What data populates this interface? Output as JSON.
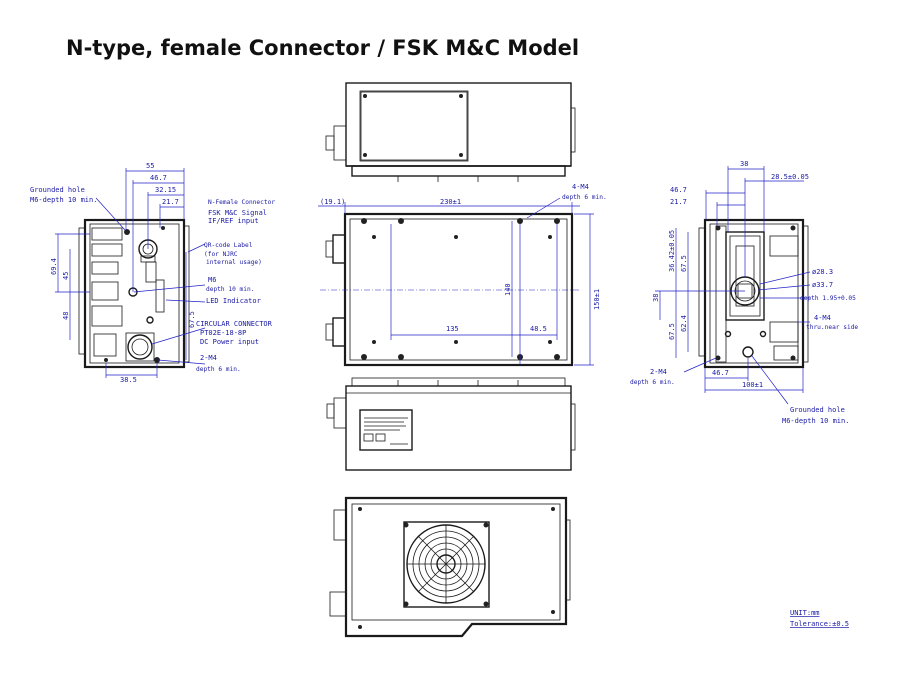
{
  "title": "N-type, female Connector / FSK M&C Model",
  "dimensions": {
    "d55": "55",
    "d46_7a": "46.7",
    "d32_15": "32.15",
    "d21_7a": "21.7",
    "d69_4": "69.4",
    "d45": "45",
    "d48": "48",
    "d67_5a": "67.5",
    "d38_5": "38.5",
    "d19_1": "(19.1)",
    "d230": "230±1",
    "d140": "140",
    "d150": "150±1",
    "d135": "135",
    "d48_5": "48.5",
    "d38": "38",
    "d28_5": "28.5±0.05",
    "d46_7b": "46.7",
    "d21_7b": "21.7",
    "d36_42": "36.42±0.05",
    "d67_5b": "67.5",
    "d38b": "38",
    "d67_5c": "67.5",
    "d62_4": "62.4",
    "d46_7c": "46.7",
    "d100": "100±1"
  },
  "labels": {
    "grounded_left_1": "Grounded hole",
    "grounded_left_2": "M6-depth 10 min.",
    "nfemale": "N-Female Connector",
    "fsk_1": "FSK M&C Signal",
    "fsk_2": "IF/REF input",
    "qr_1": "QR-code Label",
    "qr_2": "(for NJRC",
    "qr_3": "internal usage)",
    "m6": "M6",
    "m6_depth": "depth 10 min.",
    "led": "LED Indicator",
    "circ": "CIRCULAR CONNECTOR",
    "circ_part": "PT02E-18-8P",
    "dc": "DC Power input",
    "m4_left": "2-M4",
    "m4_left_depth": "depth 6 min.",
    "m4_top": "4-M4",
    "m4_top_depth": "depth 6 min.",
    "d28_3": "ø28.3",
    "d33_7": "ø33.7",
    "depth195": "depth 1.95+0.05",
    "m4_right": "4-M4",
    "m4_right_thru": "thru.near side",
    "m4_right2": "2-M4",
    "m4_right2_depth": "depth 6 min.",
    "grounded_right_1": "Grounded hole",
    "grounded_right_2": "M6-depth 10 min.",
    "unit": "UNIT:mm",
    "tolerance": "Tolerance:±0.5"
  },
  "colors": {
    "ink": "#1a1a1a",
    "dimension": "#2323c8"
  }
}
